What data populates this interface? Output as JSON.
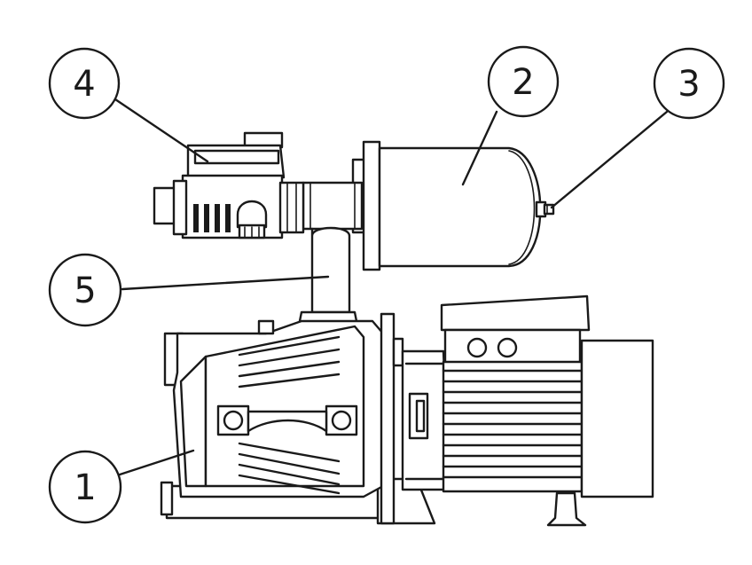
{
  "callouts": [
    {
      "id": "1",
      "label": "1",
      "part": "pump-body"
    },
    {
      "id": "2",
      "label": "2",
      "part": "pressure-tank"
    },
    {
      "id": "3",
      "label": "3",
      "part": "air-valve"
    },
    {
      "id": "4",
      "label": "4",
      "part": "pressure-switch"
    },
    {
      "id": "5",
      "label": "5",
      "part": "connection-pipe"
    }
  ],
  "colors": {
    "line": "#1a1a1a",
    "background": "#ffffff"
  }
}
